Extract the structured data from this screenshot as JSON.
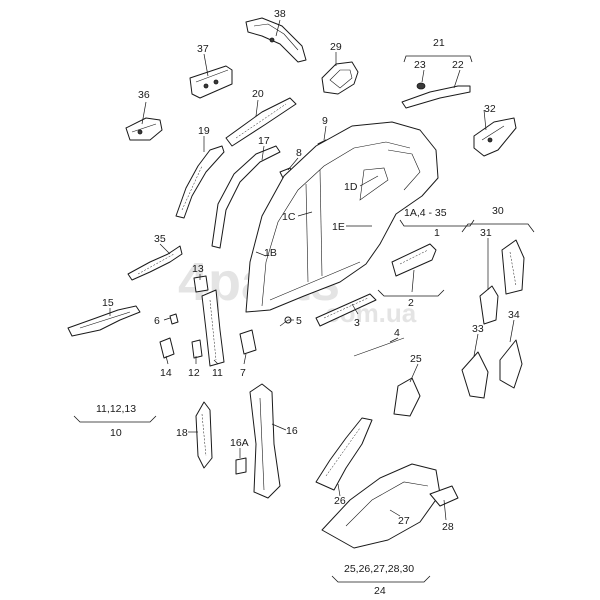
{
  "watermark": {
    "brand": "4parts",
    "domain": ".com.ua"
  },
  "callouts": {
    "c38": "38",
    "c37": "37",
    "c36": "36",
    "c29": "29",
    "c21": "21",
    "c23": "23",
    "c22": "22",
    "c20": "20",
    "c19": "19",
    "c17": "17",
    "c9": "9",
    "c8": "8",
    "c32": "32",
    "c1D": "1D",
    "c1C": "1C",
    "c1E": "1E",
    "c1B": "1B",
    "c1_set": "1A,4 - 35",
    "c1": "1",
    "c30": "30",
    "c31": "31",
    "c35": "35",
    "c13": "13",
    "c2": "2",
    "c15": "15",
    "c6": "6",
    "c5": "5",
    "c3": "3",
    "c4": "4",
    "c14": "14",
    "c12": "12",
    "c11": "11",
    "c7": "7",
    "c33": "33",
    "c34": "34",
    "c10_set": "11,12,13",
    "c10": "10",
    "c25": "25",
    "c18": "18",
    "c16A": "16A",
    "c16": "16",
    "c26": "26",
    "c27": "27",
    "c28": "28",
    "c24_set": "25,26,27,28,30",
    "c24": "24"
  }
}
